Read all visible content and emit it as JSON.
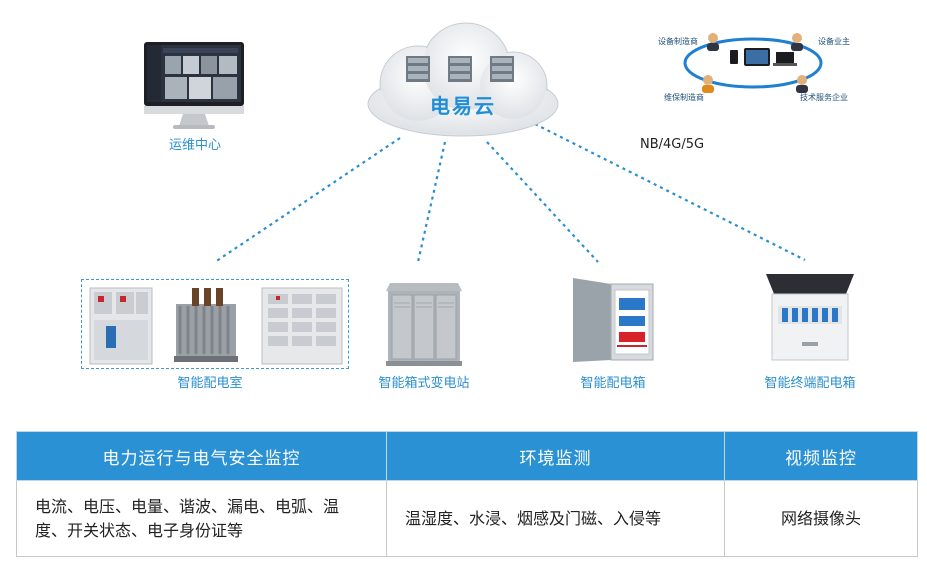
{
  "cloud": {
    "label": "电易云"
  },
  "ops_center": {
    "label": "运维中心"
  },
  "network": {
    "label": "NB/4G/5G"
  },
  "stakeholders": {
    "manufacturer": "设备制造商",
    "owner": "设备业主",
    "maintainer": "维保制造商",
    "tech_service": "技术服务企业"
  },
  "devices": [
    {
      "label": "智能配电室"
    },
    {
      "label": "智能箱式变电站"
    },
    {
      "label": "智能配电箱"
    },
    {
      "label": "智能终端配电箱"
    }
  ],
  "table": {
    "headers": [
      "电力运行与电气安全监控",
      "环境监测",
      "视频监控"
    ],
    "cells": [
      "电流、电压、电量、谐波、漏电、电弧、温度、开关状态、电子身份证等",
      "温湿度、水浸、烟感及门磁、入侵等",
      "网络摄像头"
    ]
  },
  "colors": {
    "accent": "#2a91d4",
    "line": "#2a8fcf",
    "header_bg": "#2a91d4"
  }
}
